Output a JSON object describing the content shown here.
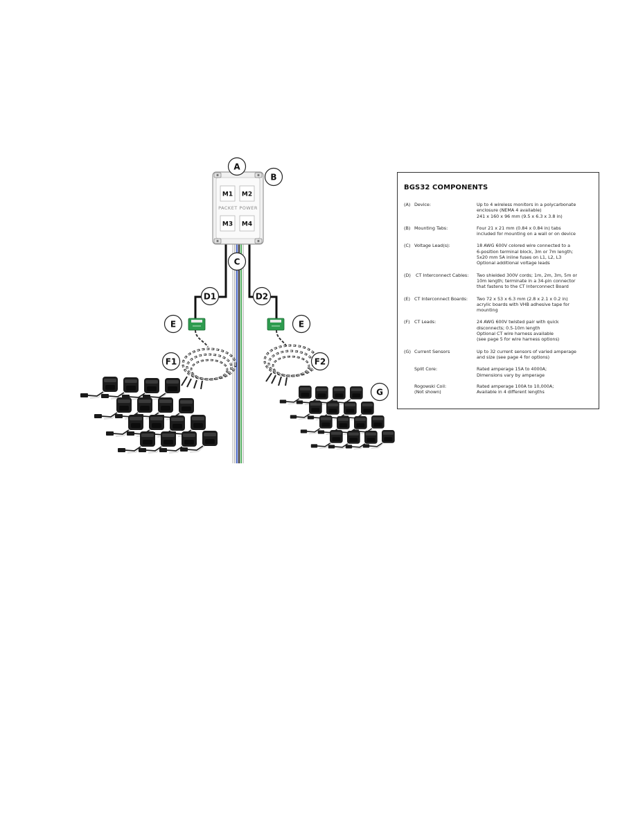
{
  "callouts": {
    "a": "A",
    "b": "B",
    "c": "C",
    "d1": "D1",
    "d2": "D2",
    "e_left": "E",
    "e_right": "E",
    "f1": "F1",
    "f2": "F2",
    "g": "G"
  },
  "device": {
    "modules": [
      "M1",
      "M2",
      "M3",
      "M4"
    ],
    "brand": "PACKET POWER"
  },
  "components": {
    "title": "BGS32 COMPONENTS",
    "items": [
      {
        "key": "(A)",
        "name": "Device:",
        "lines": [
          "Up to 4 wireless monitors in a polycarbonate",
          "enclosure (NEMA 4 available)",
          "241 x 160 x 96 mm (9.5 x 6.3 x 3.8 in)"
        ]
      },
      {
        "key": "(B)",
        "name": "Mounting Tabs:",
        "lines": [
          "Four 21 x 21 mm (0.84 x 0.84 in) tabs",
          "included for mounting on a wall or on device"
        ]
      },
      {
        "key": "(C)",
        "name": "Voltage Lead(s):",
        "lines": [
          "18 AWG 600V colored wire connected to a",
          "6-position terminal block, 3m or 7m length;",
          "5x20 mm 5A inline fuses on L1, L2, L3",
          "Optional additional voltage leads"
        ]
      },
      {
        "key": "(D)",
        "name": " CT Interconnect Cables:",
        "lines": [
          "Two shielded 300V cords; 1m, 2m, 3m, 5m or",
          "10m length; terminate in a 34-pin connector",
          "that fastens to the CT Interconnect Board"
        ]
      },
      {
        "key": "(E)",
        "name": "CT Interconnect Boards:",
        "lines": [
          "Two 72 x 53 x 6.3 mm (2.8 x 2.1 x 0.2 in)",
          "acrylic boards with VHB adhesive tape for",
          "mounting"
        ]
      },
      {
        "key": "(F)",
        "name": "CT Leads:",
        "lines": [
          "24 AWG 600V twisted pair with quick",
          "disconnects; 0.5-10m length",
          "Optional CT wire harness available",
          "(see page 5 for wire harness options)"
        ]
      },
      {
        "key": "(G)",
        "name": "Current Sensors",
        "lines": [
          "Up to 32 current sensors of varied amperage",
          "and size (see page 4 for options)"
        ]
      }
    ],
    "subitems": [
      {
        "name": "Split Core:",
        "lines": [
          "Rated amperage 15A to 4000A;",
          "Dimensions vary by amperage"
        ]
      },
      {
        "name": "Rogowski Coil:\n(Not shown)",
        "lines": [
          "Rated amperage 100A to 10,000A;",
          "Available in 4 different lengths"
        ]
      }
    ]
  },
  "colors": {
    "wire_blue": "#2b4bb8",
    "wire_green": "#3aa04a",
    "wire_black": "#111111",
    "board_green": "#2e9b4f",
    "sensor_black": "#1a1a1a"
  }
}
